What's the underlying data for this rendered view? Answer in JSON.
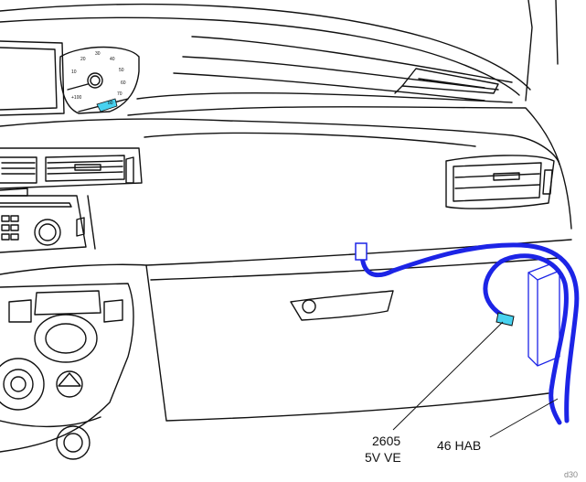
{
  "labels": {
    "connector_code": "2605",
    "connector_desc": "5V VE",
    "harness_code": "46 HAB",
    "figure_tag": "d30"
  },
  "gauge": {
    "ticks": [
      "10",
      "20",
      "30",
      "40",
      "50",
      "60",
      "70",
      "80",
      "+100"
    ]
  },
  "colors": {
    "line": "#111111",
    "harness": "#1c24e6",
    "connector": "#48d2f0",
    "leader": "#111111"
  }
}
